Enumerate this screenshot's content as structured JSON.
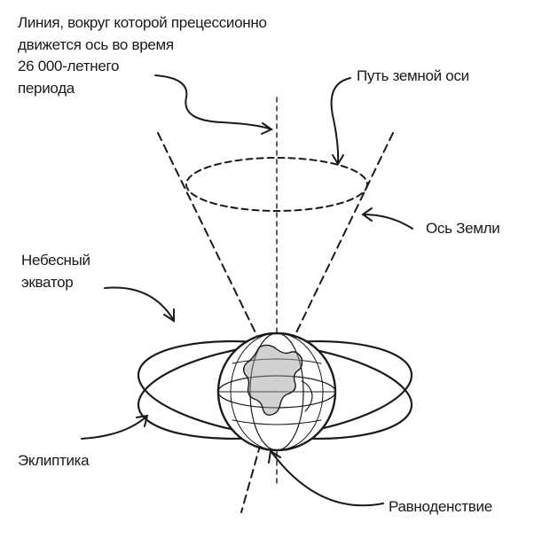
{
  "labels": {
    "precession_line": [
      "Линия, вокруг которой прецессионно",
      "движется ось во время",
      "26 000-летнего",
      "периода"
    ],
    "axis_path": "Путь земной оси",
    "earth_axis": "Ось Земли",
    "celestial_equator": [
      "Небесный",
      "экватор"
    ],
    "ecliptic": "Эклиптика",
    "equinox": "Равноденствие"
  },
  "colors": {
    "ink": "#1a1a1a",
    "background": "#ffffff"
  }
}
